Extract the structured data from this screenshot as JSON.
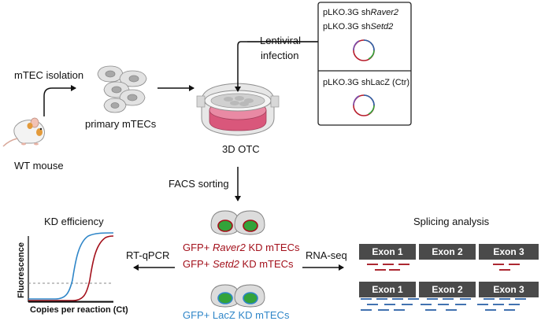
{
  "labels": {
    "mtec_isolation": "mTEC isolation",
    "primary_mtecs": "primary mTECs",
    "wt_mouse": "WT mouse",
    "lentiviral": "Lentiviral",
    "infection": "infection",
    "three_d_otc": "3D OTC",
    "facs_sorting": "FACS sorting",
    "kd_efficiency": "KD efficiency",
    "splicing_analysis": "Splicing analysis",
    "rt_qpcr": "RT-qPCR",
    "rna_seq": "RNA-seq",
    "fluorescence": "Fluorescence",
    "copies_per_reaction": "Copies per reaction (Ct)"
  },
  "plasmids": {
    "raver2_prefix": "pLKO.3G sh",
    "raver2_gene": "Raver2",
    "setd2_prefix": "pLKO.3G sh",
    "setd2_gene": "Setd2",
    "lacz": "pLKO.3G shLacZ (Ctr)"
  },
  "cell_groups": {
    "raver2_prefix": "GFP+ ",
    "raver2_gene": "Raver2",
    "raver2_suffix": " KD mTECs",
    "setd2_prefix": "GFP+ ",
    "setd2_gene": "Setd2",
    "setd2_suffix": " KD mTECs",
    "lacz": "GFP+ LacZ KD mTECs"
  },
  "exons": {
    "row1": [
      "Exon 1",
      "Exon 2",
      "Exon 3"
    ],
    "row2": [
      "Exon 1",
      "Exon 2",
      "Exon 3"
    ]
  },
  "colors": {
    "kd_red": "#a3101b",
    "ctrl_blue": "#2f86c8",
    "gfp_green": "#33a33a",
    "cell_grey": "#d8d8d8",
    "dish_pink": "#d9577b",
    "exon_grey": "#4a4a4a"
  }
}
